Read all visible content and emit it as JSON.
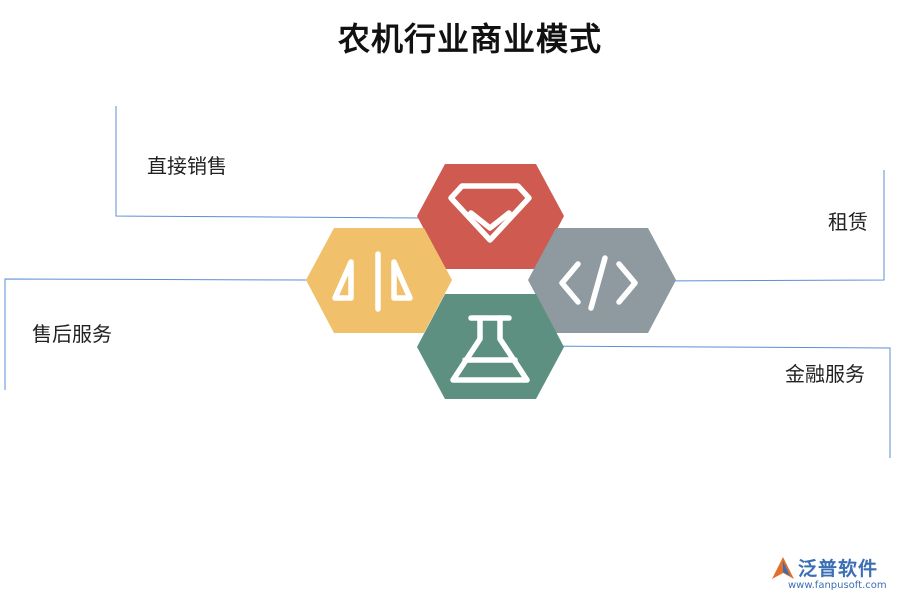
{
  "title": "农机行业商业模式",
  "items": [
    {
      "label": "直接销售",
      "icon": "diamond-check-icon",
      "color": "#cf5a50"
    },
    {
      "label": "租赁",
      "icon": "code-icon",
      "color": "#8e9a9f"
    },
    {
      "label": "售后服务",
      "icon": "split-triangles-icon",
      "color": "#f0c06a"
    },
    {
      "label": "金融服务",
      "icon": "flask-icon",
      "color": "#5d9081"
    }
  ],
  "line_color": "#5b8fd9",
  "watermark": {
    "name": "泛普软件",
    "url": "www.fanpusoft.com"
  }
}
